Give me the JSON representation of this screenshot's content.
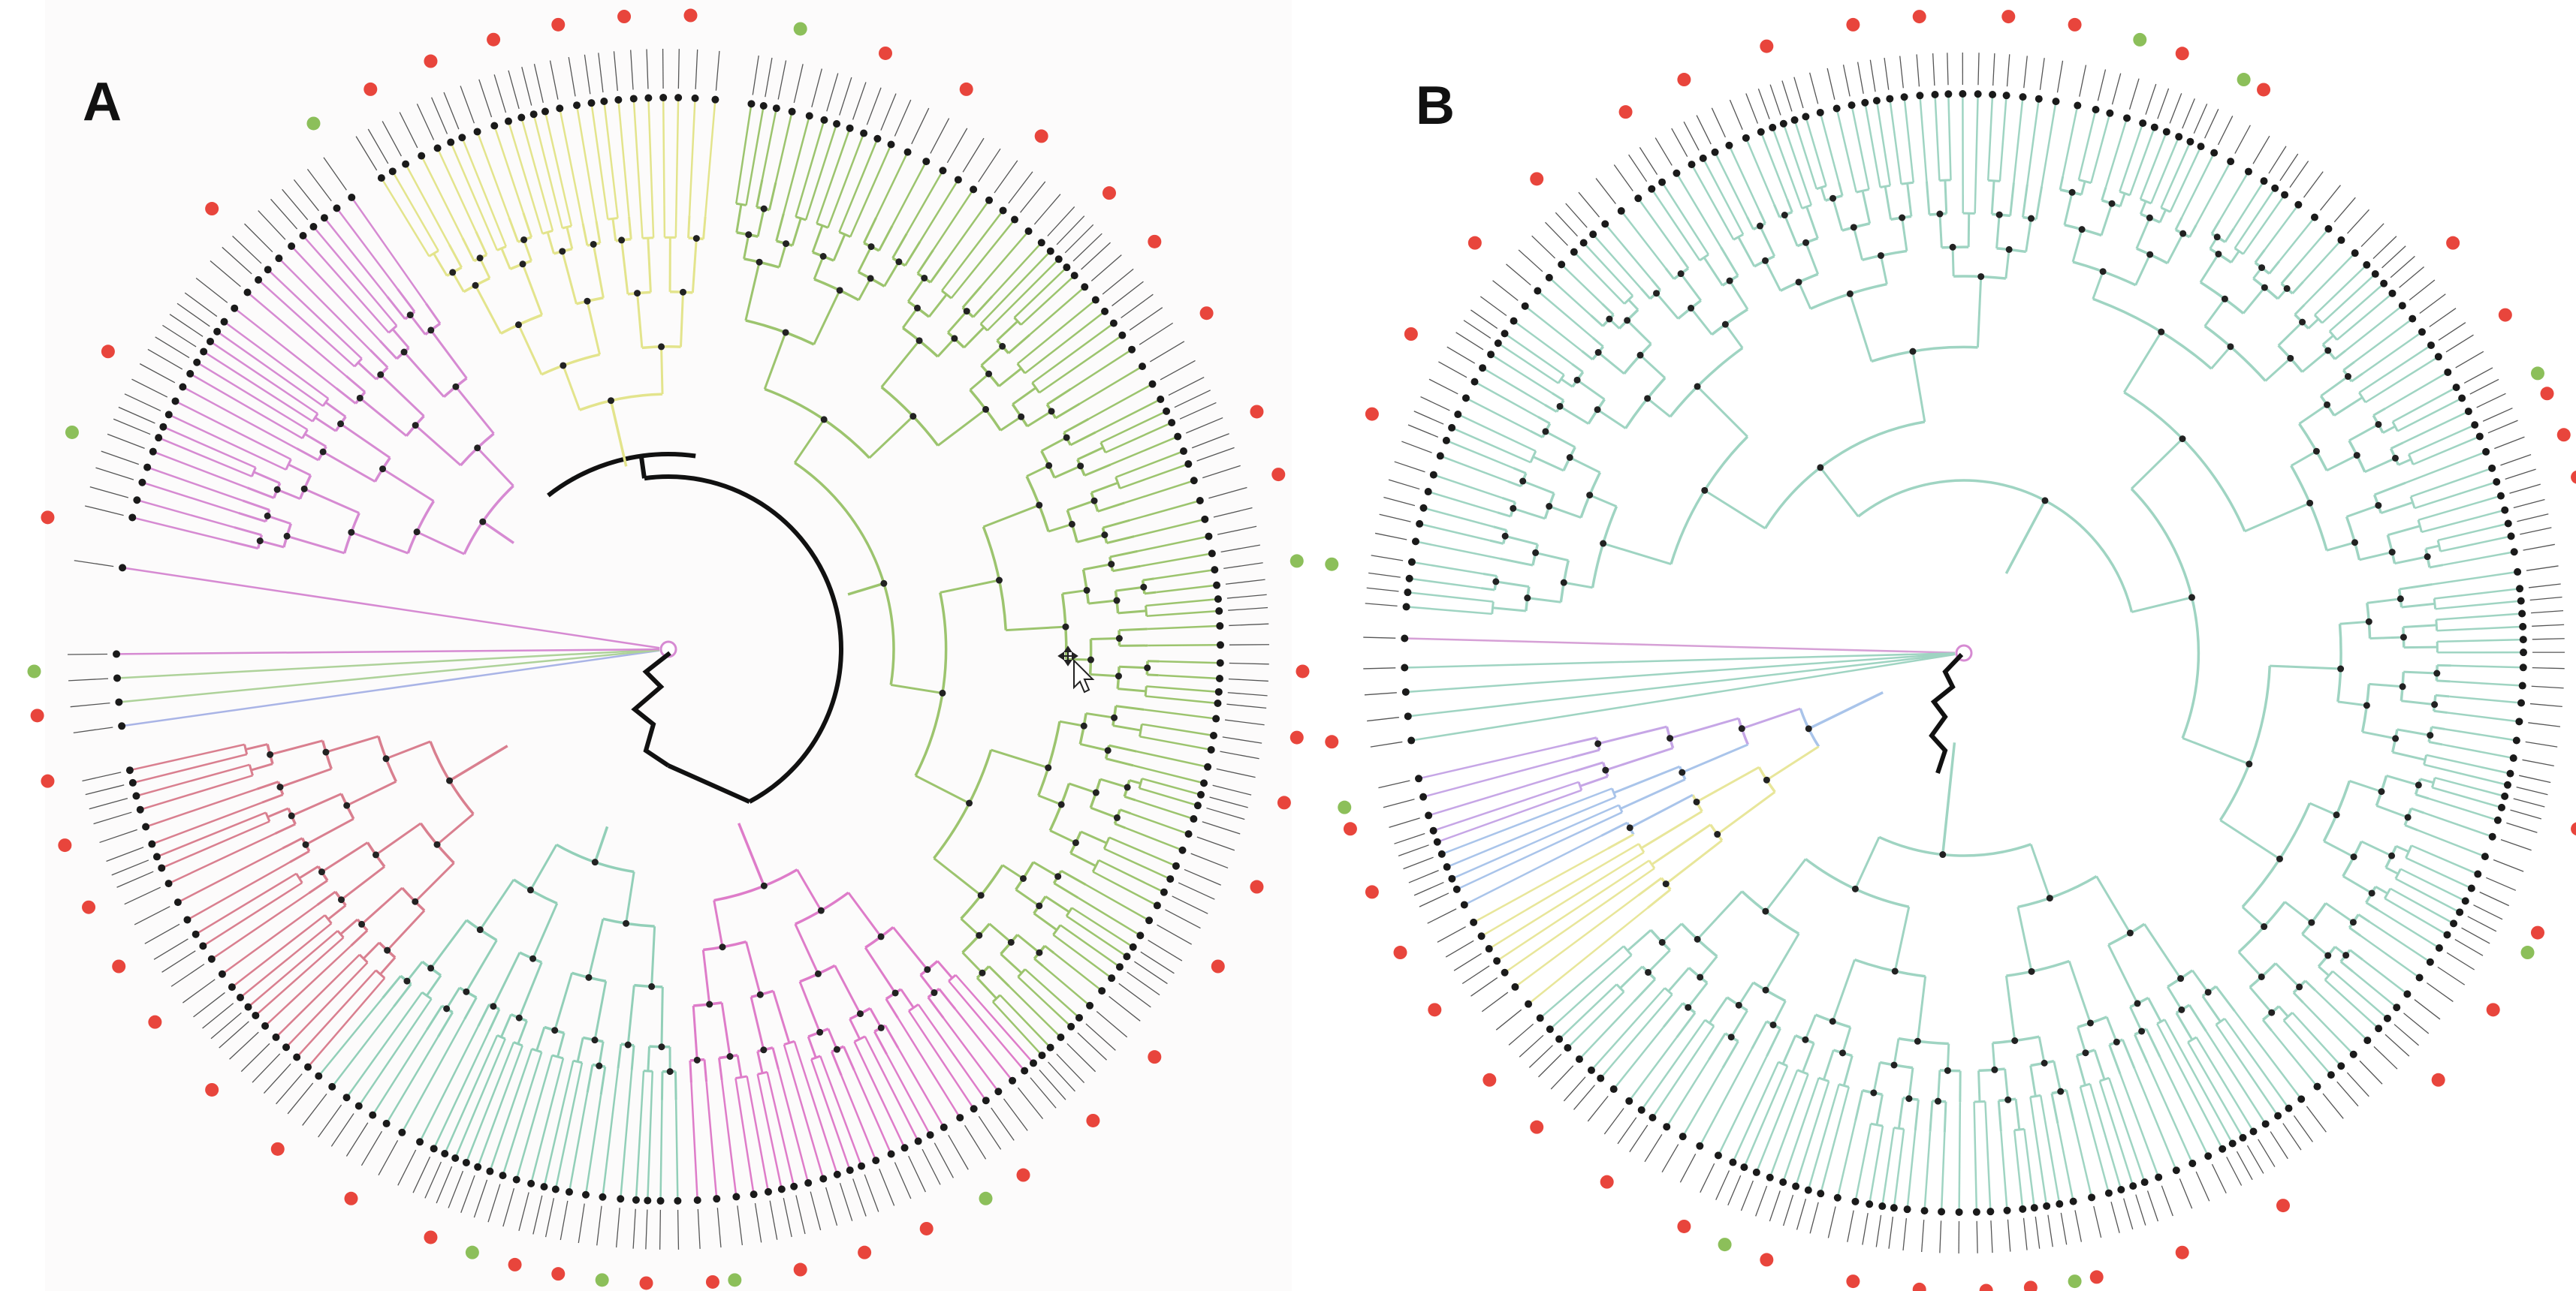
{
  "figure": {
    "panels": [
      {
        "id": "A",
        "label": "A",
        "tree": {
          "clades": [
            {
              "color": "#d68ad2",
              "start_deg": 180,
              "end_deg": 122
            },
            {
              "color": "#e3e48c",
              "start_deg": 122,
              "end_deg": 82
            },
            {
              "color": "#9cc46e",
              "start_deg": 82,
              "end_deg": -48
            },
            {
              "color": "#de7cc9",
              "start_deg": -48,
              "end_deg": -88
            },
            {
              "color": "#92cfb8",
              "start_deg": -88,
              "end_deg": -130
            },
            {
              "color": "#d97f8f",
              "start_deg": -130,
              "end_deg": -168
            },
            {
              "color": "#e3e48c",
              "start_deg": -168,
              "end_deg": -171
            },
            {
              "color": "#a9b4e6",
              "start_deg": -171,
              "end_deg": -174
            },
            {
              "color": "#aed29a",
              "start_deg": -174,
              "end_deg": -177
            }
          ],
          "marker_colors": {
            "red": "#e8453c",
            "green": "#8cbf5a"
          },
          "red_marker_angles": [
            168,
            152,
            136,
            118,
            112,
            106,
            100,
            94,
            88,
            70,
            62,
            54,
            46,
            40,
            32,
            22,
            16,
            -2,
            -8,
            -14,
            -22,
            -30,
            -40,
            -48,
            -56,
            -66,
            -72,
            -78,
            -86,
            -92,
            -100,
            -104,
            -112,
            -120,
            -128,
            -136,
            -144,
            -150,
            -156,
            -162,
            -168,
            -174
          ],
          "green_marker_angles": [
            160,
            124,
            78,
            8,
            -60,
            -84,
            -96,
            -108,
            -178
          ],
          "highlight": {
            "color": "#111111"
          }
        }
      },
      {
        "id": "B",
        "label": "B",
        "tree": {
          "clades": [
            {
              "color": "#9fd4c2",
              "start_deg": 178,
              "end_deg": -140
            },
            {
              "color": "#d6a0d6",
              "start_deg": 181,
              "end_deg": 178
            },
            {
              "color": "#c6a6e6",
              "start_deg": -170,
              "end_deg": -160
            },
            {
              "color": "#a9c4ea",
              "start_deg": -160,
              "end_deg": -152
            },
            {
              "color": "#e8e69a",
              "start_deg": -152,
              "end_deg": -140
            }
          ],
          "marker_colors": {
            "red": "#e8453c",
            "green": "#8cbf5a"
          },
          "red_marker_angles": [
            158,
            150,
            140,
            132,
            122,
            116,
            108,
            100,
            94,
            86,
            80,
            70,
            62,
            40,
            32,
            24,
            20,
            16,
            10,
            6,
            2,
            -4,
            -10,
            -16,
            -26,
            -34,
            -42,
            -60,
            -70,
            -78,
            -84,
            -88,
            -94,
            -100,
            -108,
            -116,
            -124,
            -132,
            -138,
            -146,
            -152,
            -158,
            -164,
            -172
          ],
          "green_marker_angles": [
            172,
            74,
            64,
            26,
            4,
            -28,
            -80,
            -112,
            -166
          ],
          "highlight": {
            "color": "#111111"
          }
        }
      }
    ]
  }
}
